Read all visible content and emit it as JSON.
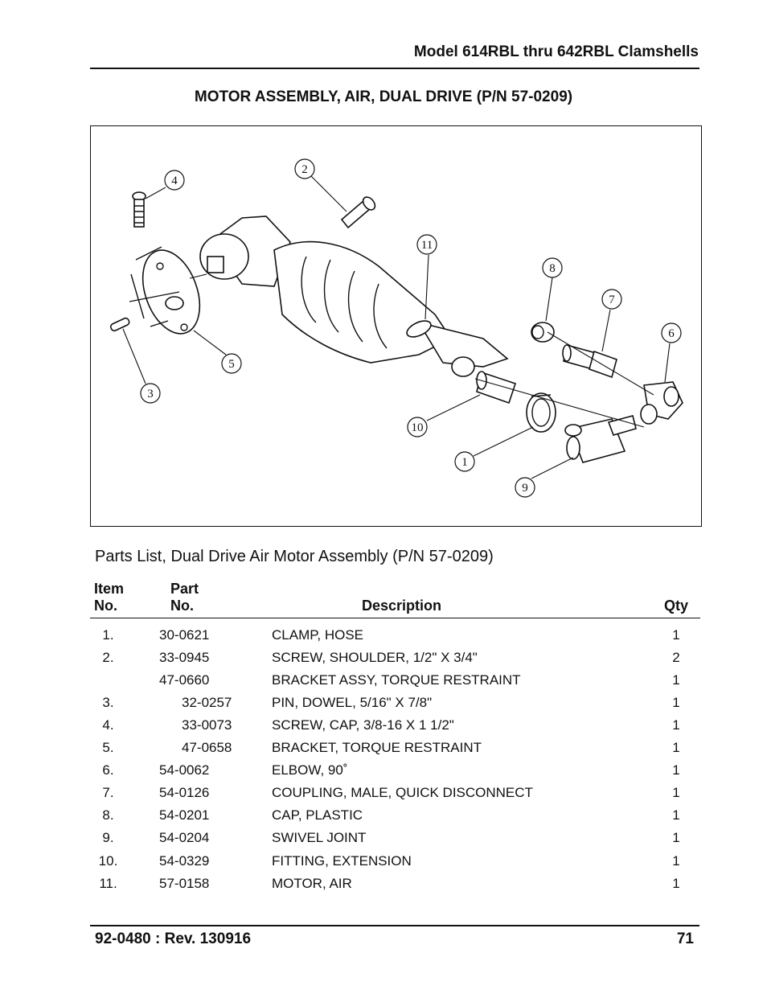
{
  "header": {
    "title": "Model 614RBL thru 642RBL Clamshells"
  },
  "section": {
    "title": "MOTOR ASSEMBLY, AIR, DUAL DRIVE (P/N 57-0209)"
  },
  "figure": {
    "callouts": [
      "1",
      "2",
      "3",
      "4",
      "5",
      "6",
      "7",
      "8",
      "9",
      "10",
      "11"
    ]
  },
  "parts": {
    "caption": "Parts List, Dual Drive Air Motor Assembly (P/N 57-0209)",
    "headers": {
      "item_line1": "Item",
      "item_line2": "No.",
      "part_line1": "Part",
      "part_line2": "No.",
      "description": "Description",
      "qty": "Qty"
    },
    "rows": [
      {
        "item": "1.",
        "part": "30-0621",
        "description": "CLAMP, HOSE",
        "qty": "1"
      },
      {
        "item": "2.",
        "part": "33-0945",
        "description": "SCREW, SHOULDER, 1/2\" X 3/4\"",
        "qty": "2"
      },
      {
        "item": "",
        "part": "47-0660",
        "description": "BRACKET ASSY, TORQUE RESTRAINT",
        "qty": "1"
      },
      {
        "item": "3.",
        "part": "32-0257",
        "description": "PIN, DOWEL, 5/16\" X 7/8\"",
        "qty": "1"
      },
      {
        "item": "4.",
        "part": "33-0073",
        "description": "SCREW, CAP, 3/8-16 X 1 1/2\"",
        "qty": "1"
      },
      {
        "item": "5.",
        "part": "47-0658",
        "description": "BRACKET, TORQUE RESTRAINT",
        "qty": "1"
      },
      {
        "item": "6.",
        "part": "54-0062",
        "description": "ELBOW, 90˚",
        "qty": "1"
      },
      {
        "item": "7.",
        "part": "54-0126",
        "description": "COUPLING, MALE, QUICK DISCONNECT",
        "qty": "1"
      },
      {
        "item": "8.",
        "part": "54-0201",
        "description": "CAP, PLASTIC",
        "qty": "1"
      },
      {
        "item": "9.",
        "part": "54-0204",
        "description": "SWIVEL JOINT",
        "qty": "1"
      },
      {
        "item": "10.",
        "part": "54-0329",
        "description": "FITTING, EXTENSION",
        "qty": "1"
      },
      {
        "item": "11.",
        "part": "57-0158",
        "description": "MOTOR, AIR",
        "qty": "1"
      }
    ]
  },
  "footer": {
    "doc": "92-0480 : Rev. 130916",
    "page": "71"
  }
}
